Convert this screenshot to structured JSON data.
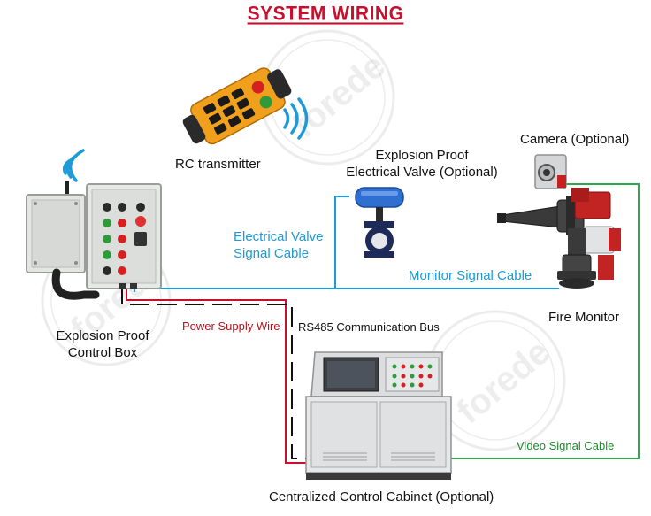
{
  "title": "SYSTEM WIRING",
  "devices": {
    "rc_transmitter": "RC transmitter",
    "valve_line1": "Explosion Proof",
    "valve_line2": "Electrical Valve (Optional)",
    "camera": "Camera (Optional)",
    "control_box_line1": "Explosion Proof",
    "control_box_line2": "Control Box",
    "fire_monitor": "Fire Monitor",
    "cabinet": "Centralized Control Cabinet (Optional)"
  },
  "cables": {
    "valve_signal_line1": "Electrical Valve",
    "valve_signal_line2": "Signal Cable",
    "monitor_signal": "Monitor Signal Cable",
    "power_supply": "Power Supply Wire",
    "rs485": "RS485 Communication Bus",
    "video_signal": "Video Signal Cable"
  },
  "watermark": "forede",
  "colors": {
    "title": "#c8102e",
    "blue_cable": "#1e9ad6",
    "red_cable": "#c8102e",
    "black_cable": "#111111",
    "green_cable": "#2ea84a"
  }
}
